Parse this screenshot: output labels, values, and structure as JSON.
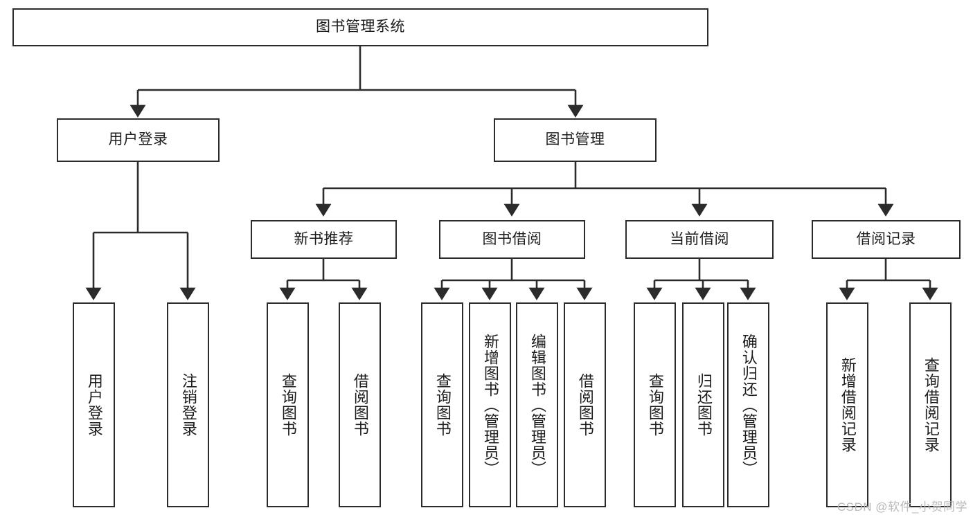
{
  "diagram": {
    "type": "tree-hierarchy",
    "title": "图书管理系统",
    "root": {
      "label": "图书管理系统"
    },
    "level2": [
      {
        "label": "用户登录"
      },
      {
        "label": "图书管理"
      }
    ],
    "level3": [
      {
        "label": "新书推荐"
      },
      {
        "label": "图书借阅"
      },
      {
        "label": "当前借阅"
      },
      {
        "label": "借阅记录"
      }
    ],
    "leaves": {
      "user_login": [
        {
          "label": "用户登录"
        },
        {
          "label": "注销登录"
        }
      ],
      "new_book_recommend": [
        {
          "label": "查询图书"
        },
        {
          "label": "借阅图书"
        }
      ],
      "book_borrow": [
        {
          "label": "查询图书"
        },
        {
          "label": "新增图书（管理员）"
        },
        {
          "label": "编辑图书（管理员）"
        },
        {
          "label": "借阅图书"
        }
      ],
      "current_borrow": [
        {
          "label": "查询图书"
        },
        {
          "label": "归还图书"
        },
        {
          "label": "确认归还（管理员）"
        }
      ],
      "borrow_record": [
        {
          "label": "新增借阅记录"
        },
        {
          "label": "查询借阅记录"
        }
      ]
    },
    "watermark": "CSDN @软件_小贺同学",
    "colors": {
      "stroke": "#2b2b2b",
      "fill": "#ffffff",
      "text": "#1c1c1c",
      "watermark": "#b9b9b9"
    }
  }
}
